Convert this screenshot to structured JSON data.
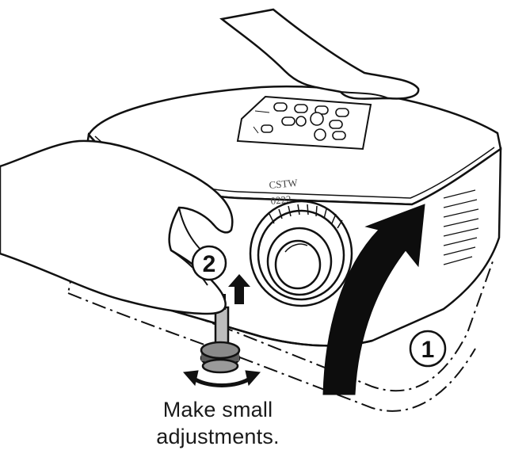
{
  "steps": {
    "step1": {
      "number": "1"
    },
    "step2": {
      "number": "2"
    }
  },
  "caption": {
    "line1": "Make small",
    "line2": "adjustments."
  },
  "device_markings": {
    "logo_line1": "CSTW",
    "logo_line2": "0222"
  },
  "colors": {
    "outline": "#111111",
    "arrow_fill": "#0d0d0d",
    "background": "#ffffff"
  },
  "icons": {
    "lift_arrow": "curved-up-arrow-icon",
    "small_up_arrow": "up-arrow-icon",
    "rotate_arrow": "double-curved-arrow-icon"
  }
}
